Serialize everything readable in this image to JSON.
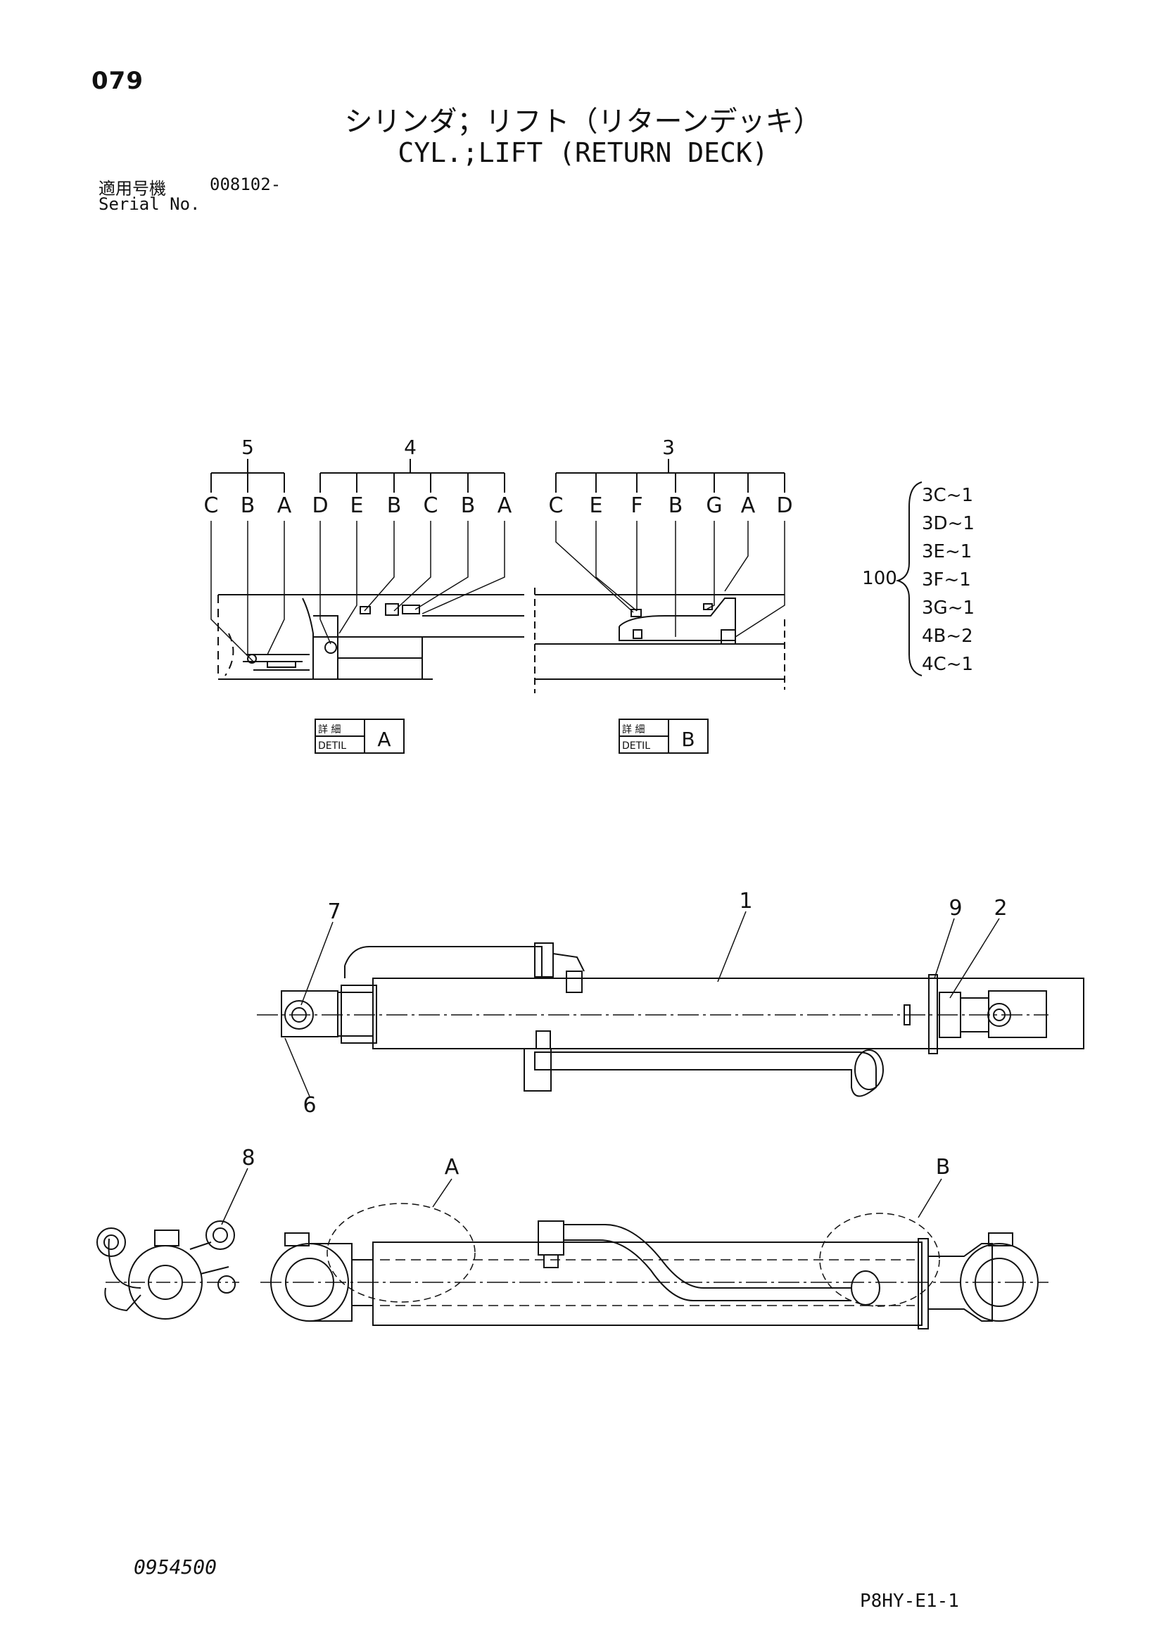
{
  "header": {
    "page_number": "079",
    "title_jp": "シリンダ；リフト（リターンデッキ）",
    "title_en": "CYL.;LIFT (RETURN DECK)",
    "serial_label_jp": "適用号機",
    "serial_value": "008102-",
    "serial_label_en": "Serial No."
  },
  "seal_groups": {
    "group5": {
      "number": "5",
      "letters": [
        "C",
        "B",
        "A"
      ]
    },
    "group4": {
      "number": "4",
      "letters": [
        "D",
        "E",
        "B",
        "C",
        "B",
        "A"
      ]
    },
    "group3": {
      "number": "3",
      "letters": [
        "C",
        "E",
        "F",
        "B",
        "G",
        "A",
        "D"
      ]
    }
  },
  "kit": {
    "number": "100",
    "items": [
      "3C~1",
      "3D~1",
      "3E~1",
      "3F~1",
      "3G~1",
      "4B~2",
      "4C~1"
    ]
  },
  "details": {
    "a": {
      "label_jp": "詳 細",
      "label_en": "DETIL",
      "letter": "A"
    },
    "b": {
      "label_jp": "詳 細",
      "label_en": "DETIL",
      "letter": "B"
    }
  },
  "callouts": {
    "part1": "1",
    "part2": "2",
    "part6": "6",
    "part7": "7",
    "part8": "8",
    "part9": "9",
    "detail_a": "A",
    "detail_b": "B"
  },
  "footer": {
    "document_number": "0954500",
    "reference_code": "P8HY-E1-1"
  }
}
